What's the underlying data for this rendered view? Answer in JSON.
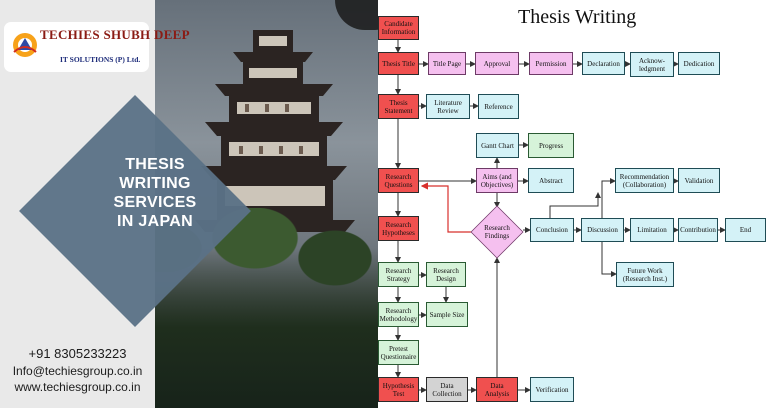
{
  "brand": {
    "name": "TECHIES SHUBH DEEP",
    "subtitle": "IT SOLUTIONS (P) Ltd."
  },
  "hero": {
    "title": "THESIS\nWRITING\nSERVICES\nIN JAPAN"
  },
  "contact": {
    "phone": "+91 8305233223",
    "email": "Info@techiesgroup.co.in",
    "website": "www.techiesgroup.co.in"
  },
  "diagram": {
    "title": "Thesis Writing",
    "nodes": {
      "candidate": "Candidate\nInformation",
      "thesis_title": "Thesis Title",
      "title_page": "Title Page",
      "approval": "Approval",
      "permission": "Permission",
      "declaration": "Declaration",
      "acknowledgment": "Acknow-\nledgment",
      "dedication": "Dedication",
      "thesis_statement": "Thesis\nStatement",
      "literature_review": "Literature\nReview",
      "reference": "Reference",
      "gantt_chart": "Gantt Chart",
      "progress": "Progress",
      "research_questions": "Research\nQuestions",
      "aims": "Aims (and\nObjectives)",
      "abstract": "Abstract",
      "recommendation": "Recommendation\n(Collaboration)",
      "validation": "Validation",
      "research_hypotheses": "Research\nHypotheses",
      "research_findings": "Research\nFindings",
      "conclusion": "Conclusion",
      "discussion": "Discussion",
      "limitation": "Limitation",
      "contribution": "Contribution",
      "end": "End",
      "future_work": "Future Work\n(Research Inst.)",
      "research_strategy": "Research\nStrategy",
      "research_design": "Research\nDesign",
      "research_methodology": "Research\nMethodology",
      "sample_size": "Sample Size",
      "pretest_questionnaire": "Pretest\nQuestionaire",
      "hypothesis_test": "Hypothesis\nTest",
      "data_collection": "Data\nCollection",
      "data_analysis": "Data\nAnalysis",
      "verification": "Verification"
    }
  },
  "colors": {
    "start_node": "#f0504f",
    "info_node": "#d4f2f7",
    "process_node": "#f5c0ef",
    "method_node": "#d6f3d9",
    "panel": "#5b7186"
  }
}
